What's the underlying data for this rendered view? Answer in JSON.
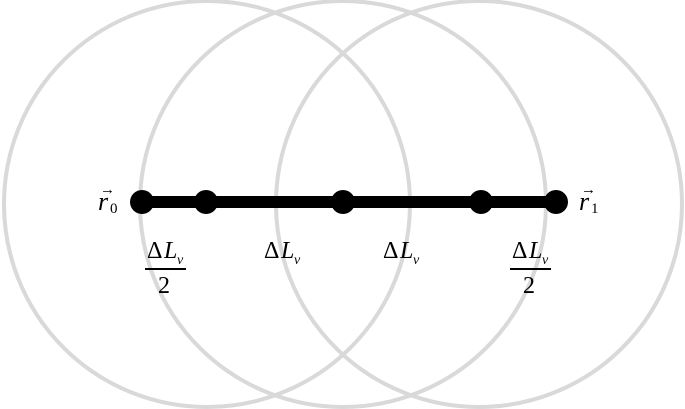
{
  "diagram": {
    "endpoints": {
      "start": {
        "symbol": "r",
        "vector_mark": "→",
        "subscript": "0"
      },
      "end": {
        "symbol": "r",
        "vector_mark": "→",
        "subscript": "1"
      }
    },
    "labels": {
      "half_segment": {
        "numerator_prefix": "Δ",
        "numerator_symbol": "L",
        "numerator_subscript": "v",
        "denominator": "2"
      },
      "full_segment": {
        "prefix": "Δ",
        "symbol": "L",
        "subscript": "v"
      }
    },
    "colors": {
      "circle_stroke": "#d9d9d9",
      "segment": "#000000"
    }
  }
}
